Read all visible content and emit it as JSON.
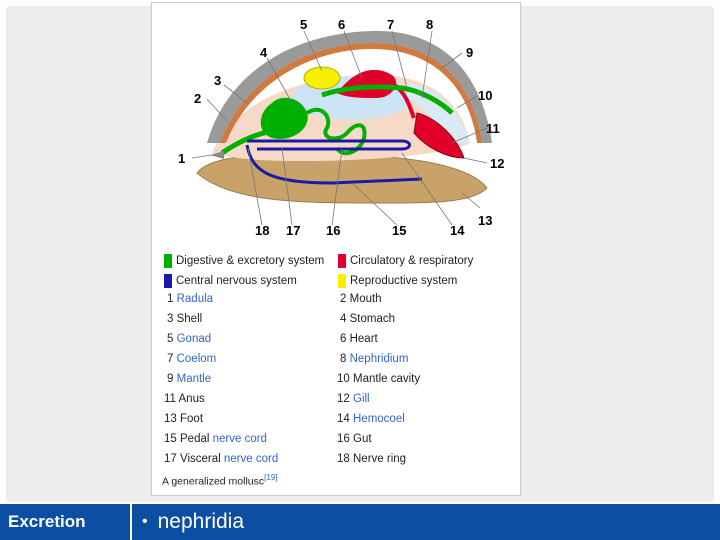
{
  "diagram": {
    "numbers": [
      "1",
      "2",
      "3",
      "4",
      "5",
      "6",
      "7",
      "8",
      "9",
      "10",
      "11",
      "12",
      "13",
      "14",
      "15",
      "16",
      "17",
      "18"
    ]
  },
  "legend": {
    "keys": [
      {
        "label": "Digestive & excretory system",
        "color": "#00b000"
      },
      {
        "label": "Circulatory & respiratory",
        "color": "#e0002a"
      },
      {
        "label": "Central nervous system",
        "color": "#1a1aa6"
      },
      {
        "label": "Reproductive system",
        "color": "#f5f000"
      }
    ],
    "rows": [
      [
        {
          "num": "1",
          "name": "Radula",
          "link": true
        },
        {
          "num": "2",
          "name": "Mouth",
          "link": false
        }
      ],
      [
        {
          "num": "3",
          "name": "Shell",
          "link": false
        },
        {
          "num": "4",
          "name": "Stomach",
          "link": false
        }
      ],
      [
        {
          "num": "5",
          "name": "Gonad",
          "link": true
        },
        {
          "num": "6",
          "name": "Heart",
          "link": false
        }
      ],
      [
        {
          "num": "7",
          "name": "Coelom",
          "link": true
        },
        {
          "num": "8",
          "name": "Nephridium",
          "link": true
        }
      ],
      [
        {
          "num": "9",
          "name": "Mantle",
          "link": true
        },
        {
          "num": "10",
          "name": "Mantle cavity",
          "link": false
        }
      ],
      [
        {
          "num": "11",
          "name": "Anus",
          "link": false
        },
        {
          "num": "12",
          "name": "Gill",
          "link": true
        }
      ],
      [
        {
          "num": "13",
          "name": "Foot",
          "link": false
        },
        {
          "num": "14",
          "name": "Hemocoel",
          "link": true
        }
      ],
      [
        {
          "num": "15",
          "name": "Pedal nerve cord",
          "link": false,
          "linkPart": "nerve cord"
        },
        {
          "num": "16",
          "name": "Gut",
          "link": false
        }
      ],
      [
        {
          "num": "17",
          "name": "Visceral nerve cord",
          "link": false,
          "linkPart": "nerve cord"
        },
        {
          "num": "18",
          "name": "Nerve ring",
          "link": false
        }
      ]
    ],
    "caption": "A generalized mollusc",
    "caption_ref": "[19]"
  },
  "footer": {
    "label": "Excretion",
    "bullet": "•",
    "text": "nephridia"
  },
  "colors": {
    "footer_bg": "#0b4ea2",
    "digestive": "#00b000",
    "circulatory": "#e0002a",
    "nervous": "#1a1aa6",
    "reproductive": "#f5f000",
    "link": "#3366cc"
  }
}
